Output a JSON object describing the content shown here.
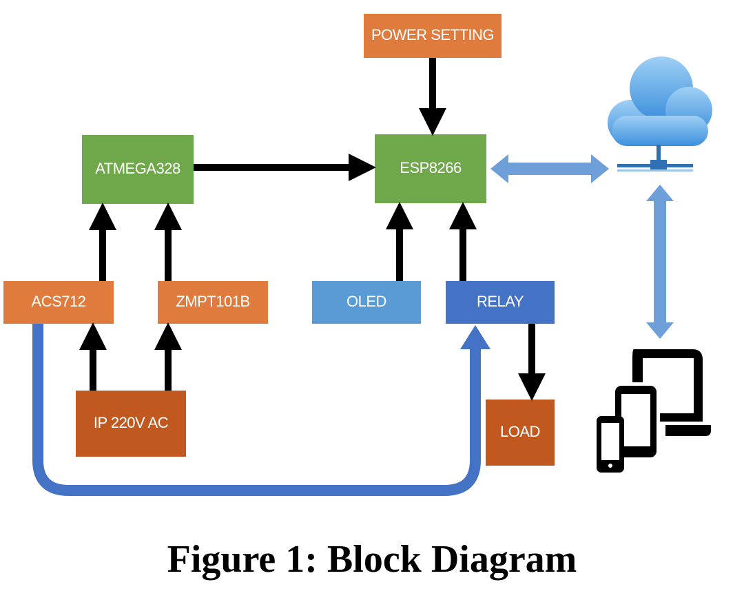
{
  "colors": {
    "green": "#6fa84a",
    "orange": "#e07b3e",
    "brown": "#c0581f",
    "light_blue": "#5b9bd5",
    "dark_blue": "#4472c4",
    "arrow_blue": "#6f9fd8",
    "cloud_blue": "#5aa9e6",
    "black": "#000000"
  },
  "blocks": {
    "power_setting": "POWER SETTING",
    "esp8266": "ESP8266",
    "atmega328": "ATMEGA328",
    "acs712": "ACS712",
    "zmpt101b": "ZMPT101B",
    "oled": "OLED",
    "relay": "RELAY",
    "ip_220v_ac": "IP 220V AC",
    "load": "LOAD"
  },
  "icons": {
    "cloud": "cloud-server-icon",
    "devices": "devices-icon"
  },
  "caption": "Figure 1: Block Diagram"
}
